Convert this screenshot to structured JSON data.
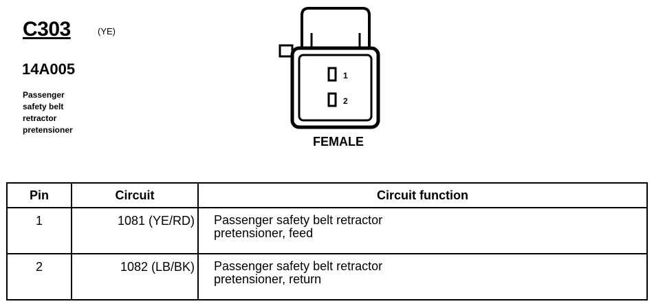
{
  "header": {
    "connector_id": "C303",
    "connector_color": "(YE)",
    "part_number": "14A005",
    "description_lines": [
      "Passenger",
      "safety belt",
      "retractor",
      "pretensioner"
    ]
  },
  "connector": {
    "gender_label": "FEMALE",
    "pin_numbers": [
      "1",
      "2"
    ]
  },
  "table": {
    "headers": [
      "Pin",
      "Circuit",
      "Circuit function"
    ],
    "rows": [
      {
        "pin": "1",
        "circuit": "1081 (YE/RD)",
        "function_lines": [
          "Passenger safety belt retractor",
          "pretensioner, feed"
        ]
      },
      {
        "pin": "2",
        "circuit": "1082 (LB/BK)",
        "function_lines": [
          "Passenger safety belt retractor",
          "pretensioner, return"
        ]
      }
    ]
  }
}
